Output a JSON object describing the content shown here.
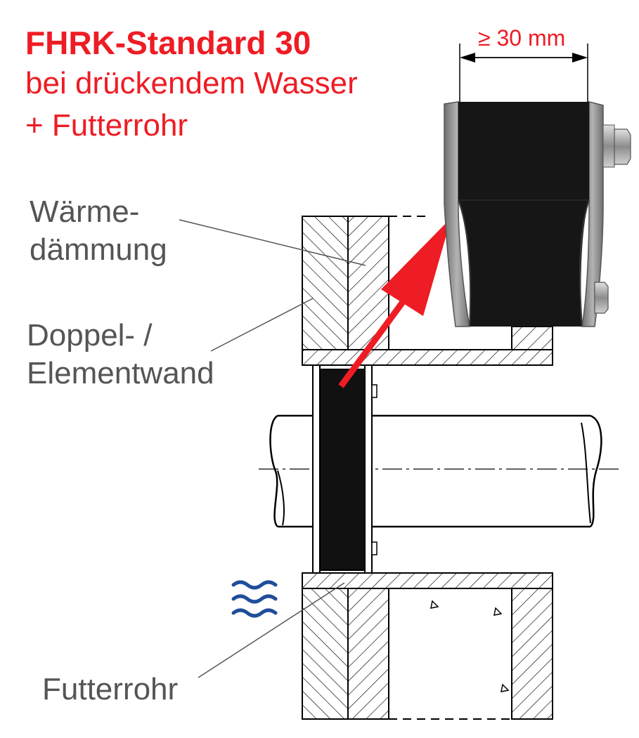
{
  "title": {
    "line1": "FHRK-Standard 30",
    "line2": "bei drückendem Wasser",
    "line3": "+ Futterrohr"
  },
  "labels": {
    "waermedaemmung_line1": "Wärme-",
    "waermedaemmung_line2": "dämmung",
    "doppelwand_line1": "Doppel- /",
    "doppelwand_line2": "Elementwand",
    "futterrohr": "Futterrohr"
  },
  "dimension": "≥ 30 mm",
  "colors": {
    "accent_red": "#ee1c24",
    "label_gray": "#555555",
    "water_blue": "#1f4e9a",
    "seal_black": "#111111",
    "flange_gray": "#8a8a8a"
  },
  "icons": [
    "water-waves-icon",
    "red-arrow-icon",
    "nut-icon"
  ]
}
